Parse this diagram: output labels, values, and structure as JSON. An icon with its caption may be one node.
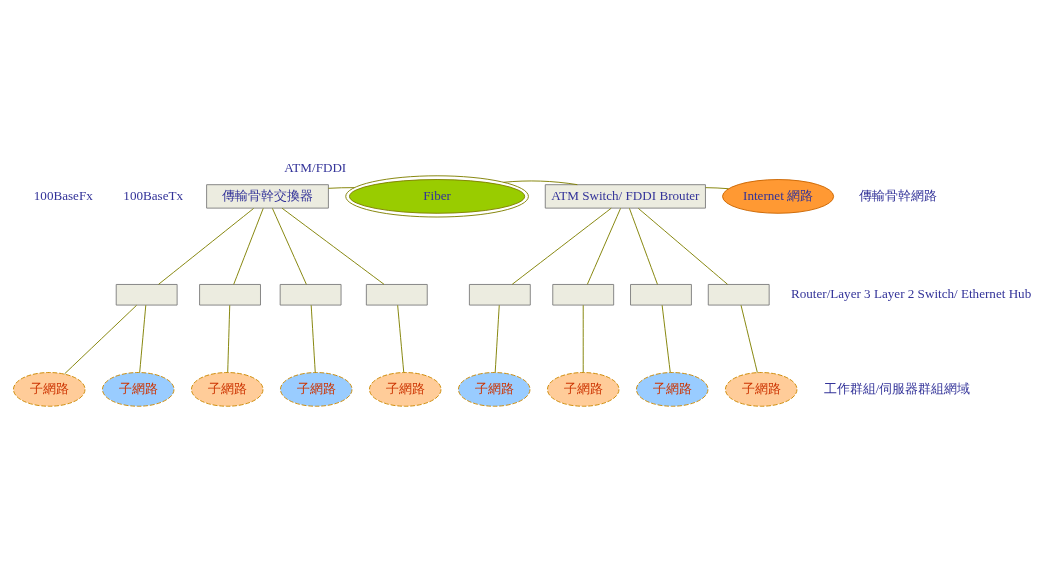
{
  "diagram": {
    "nodes": [
      {
        "text": [
          "傳輸骨幹交換器"
        ]
      },
      {
        "text": [
          "Fiber"
        ],
        "beside": [
          "ATM/FDDI"
        ]
      },
      {
        "text": [
          "ATM Switch/ FDDI Brouter"
        ]
      },
      {
        "text": [
          "Internet 網路"
        ]
      },
      {
        "text": [],
        "shape": "box"
      },
      {
        "text": [],
        "shape": "box"
      },
      {
        "text": [],
        "shape": "box"
      },
      {
        "text": [],
        "shape": "box"
      },
      {
        "text": [],
        "shape": "box"
      },
      {
        "text": [],
        "shape": "box"
      },
      {
        "text": [],
        "shape": "box"
      },
      {
        "text": [],
        "shape": "box"
      },
      {
        "text": [
          "子網路"
        ]
      },
      {
        "text": [
          "子網路"
        ]
      },
      {
        "text": [
          "子網路"
        ]
      },
      {
        "text": [
          "子網路"
        ]
      },
      {
        "text": [
          "子網路"
        ]
      },
      {
        "text": [
          "子網路"
        ]
      },
      {
        "text": [
          "子網路"
        ]
      },
      {
        "text": [
          "子網路"
        ]
      },
      {
        "text": [
          "子網路"
        ]
      }
    ],
    "edges": [
      {
        "from": 0,
        "to": 1,
        "arrow": "none"
      },
      {
        "from": 1,
        "to": 2,
        "arrow": "none"
      },
      {
        "from": 2,
        "to": 3,
        "arrow": "none"
      },
      {
        "from": 0,
        "to": 4,
        "arrow": "none"
      },
      {
        "from": 0,
        "to": 5,
        "arrow": "none"
      },
      {
        "from": 0,
        "to": 6,
        "arrow": "none"
      },
      {
        "from": 0,
        "to": 7,
        "arrow": "none"
      },
      {
        "from": 2,
        "to": 8,
        "arrow": "none"
      },
      {
        "from": 2,
        "to": 9,
        "arrow": "none"
      },
      {
        "from": 2,
        "to": 10,
        "arrow": "none"
      },
      {
        "from": 2,
        "to": 11,
        "arrow": "none"
      },
      {
        "from": 4,
        "to": 12,
        "arrow": "none"
      },
      {
        "from": 4,
        "to": 13,
        "arrow": "none"
      },
      {
        "from": 5,
        "to": 14,
        "arrow": "none"
      },
      {
        "from": 6,
        "to": 15,
        "arrow": "none"
      },
      {
        "from": 7,
        "to": 16,
        "arrow": "none"
      },
      {
        "from": 8,
        "to": 17,
        "arrow": "none"
      },
      {
        "from": 9,
        "to": 18,
        "arrow": "none"
      },
      {
        "from": 10,
        "to": 19,
        "arrow": "none"
      },
      {
        "from": 11,
        "to": 20,
        "arrow": "none"
      }
    ],
    "labels": [
      "100BaseFx",
      "100BaseTx",
      "傳輸骨幹網路",
      "Router/Layer 3 Layer 2 Switch/ Ethernet Hub",
      "工作群組/伺服器群組網域"
    ]
  }
}
